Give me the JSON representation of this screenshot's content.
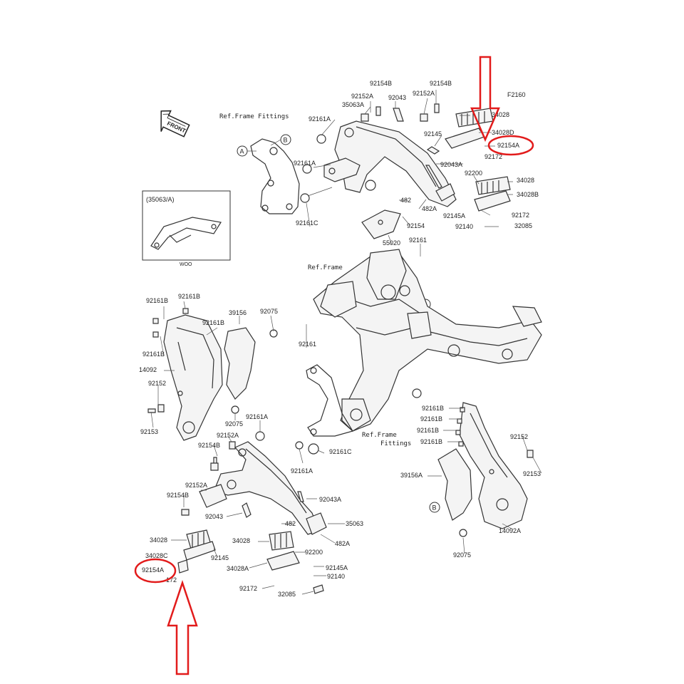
{
  "figure_code": "F2160",
  "front_label": "FRONT",
  "inset_label": "(35063/A)",
  "inset_sub": "WOO",
  "ref_frame_fittings_top": "Ref.Frame Fittings",
  "ref_frame": "Ref.Frame",
  "ref_frame_fittings_mid": [
    "Ref.Frame",
    "Fittings"
  ],
  "callout_a": "A",
  "callout_b": "B",
  "highlight_color": "#e21b1b",
  "labels": [
    "92154B",
    "92043",
    "92152A",
    "92154B",
    "35063A",
    "92152A",
    "34028",
    "92161A",
    "34028D",
    "92145",
    "92154A",
    "92172",
    "92043A",
    "92161A",
    "92200",
    "34028",
    "34028B",
    "482",
    "482A",
    "92145A",
    "92172",
    "92140",
    "32085",
    "92154",
    "55020",
    "92161C",
    "92161",
    "92161B",
    "92161B",
    "39156",
    "92075",
    "92161B",
    "92161",
    "92161B",
    "14092",
    "92152",
    "92075",
    "92153",
    "92161A",
    "92152A",
    "92154B",
    "92161C",
    "92161A",
    "92161B",
    "92161B",
    "92161B",
    "92161B",
    "92152",
    "92153",
    "39156A",
    "92152A",
    "92154B",
    "92043A",
    "92043",
    "482",
    "35063",
    "34028",
    "34028",
    "92145",
    "482A",
    "34028C",
    "92200",
    "92154A",
    "34028A",
    "92145A",
    "92140",
    "92172",
    "32085",
    "14092A",
    "92075",
    "172"
  ]
}
